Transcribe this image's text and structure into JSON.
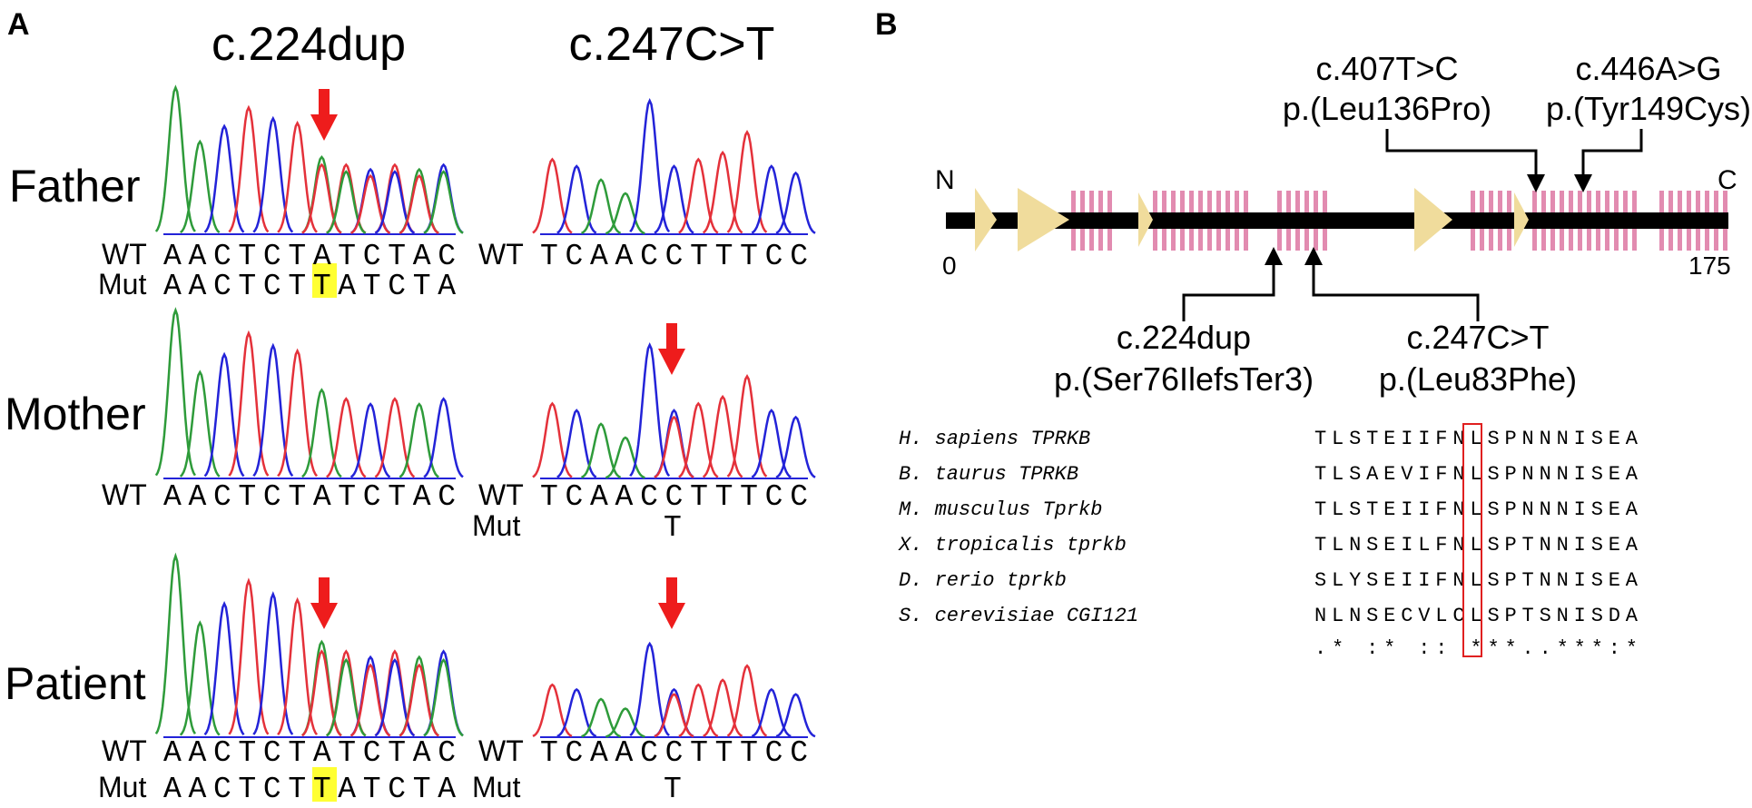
{
  "panel_a": {
    "label": "A",
    "col1_title": "c.224dup",
    "col2_title": "c.247C>T",
    "rows": [
      {
        "name": "Father",
        "c224": {
          "wt_label": "WT",
          "wt_seq": "AACTCTATCTAC",
          "mut_label": "Mut",
          "mut_seq": "AACTCTTATCTA",
          "arrow": true
        },
        "c247": {
          "wt_label": "WT",
          "wt_seq": "TCAACCTTTCC",
          "mut_label": "",
          "mut_seq": "",
          "arrow": false
        }
      },
      {
        "name": "Mother",
        "c224": {
          "wt_label": "WT",
          "wt_seq": "AACTCTATCTAC",
          "mut_label": "",
          "mut_seq": "",
          "arrow": false
        },
        "c247": {
          "wt_label": "WT",
          "wt_seq": "TCAACCTTTCC",
          "mut_label": "Mut",
          "mut_seq": "T",
          "arrow": true
        }
      },
      {
        "name": "Patient",
        "c224": {
          "wt_label": "WT",
          "wt_seq": "AACTCTATCTAC",
          "mut_label": "Mut",
          "mut_seq": "AACTCTTATCTA",
          "arrow": true
        },
        "c247": {
          "wt_label": "WT",
          "wt_seq": "TCAACCTTTCC",
          "mut_label": "Mut",
          "mut_seq": "T",
          "arrow": true
        }
      }
    ],
    "colors": {
      "A": "#2e9b3a",
      "C": "#2323d8",
      "G": "#222222",
      "T": "#e4313a",
      "arrow": "#ee1c1c",
      "highlight": "#ffff33"
    }
  },
  "panel_b": {
    "label": "B",
    "protein": {
      "n_label": "N",
      "c_label": "C",
      "start": "0",
      "end": "175"
    },
    "variants_top": [
      {
        "cdna": "c.407T>C",
        "protein": "p.(Leu136Pro)"
      },
      {
        "cdna": "c.446A>G",
        "protein": "p.(Tyr149Cys)"
      }
    ],
    "variants_bottom": [
      {
        "cdna": "c.224dup",
        "protein": "p.(Ser76IlefsTer3)"
      },
      {
        "cdna": "c.247C>T",
        "protein": "p.(Leu83Phe)"
      }
    ],
    "alignment": [
      {
        "species": "H. sapiens TPRKB",
        "seq": "TLSTEIIFNLSPNNNISEA"
      },
      {
        "species": "B. taurus TPRKB",
        "seq": "TLSAEVIFNLSPNNNISEA"
      },
      {
        "species": "M. musculus Tprkb",
        "seq": "TLSTEIIFNLSPNNNISEA"
      },
      {
        "species": "X. tropicalis tprkb",
        "seq": "TLNSEILFNLSPTNNISEA"
      },
      {
        "species": "D. rerio tprkb",
        "seq": "SLYSEIIFNLSPTNNISEA"
      },
      {
        "species": "S. cerevisiae CGI121",
        "seq": "NLNSECVLCLSPTSNISDA"
      }
    ],
    "conservation": ".* :* :: ***..***:*",
    "colors": {
      "strand": "#f0dc9c",
      "helix": "#e28bb0",
      "box": "#e02020"
    }
  }
}
